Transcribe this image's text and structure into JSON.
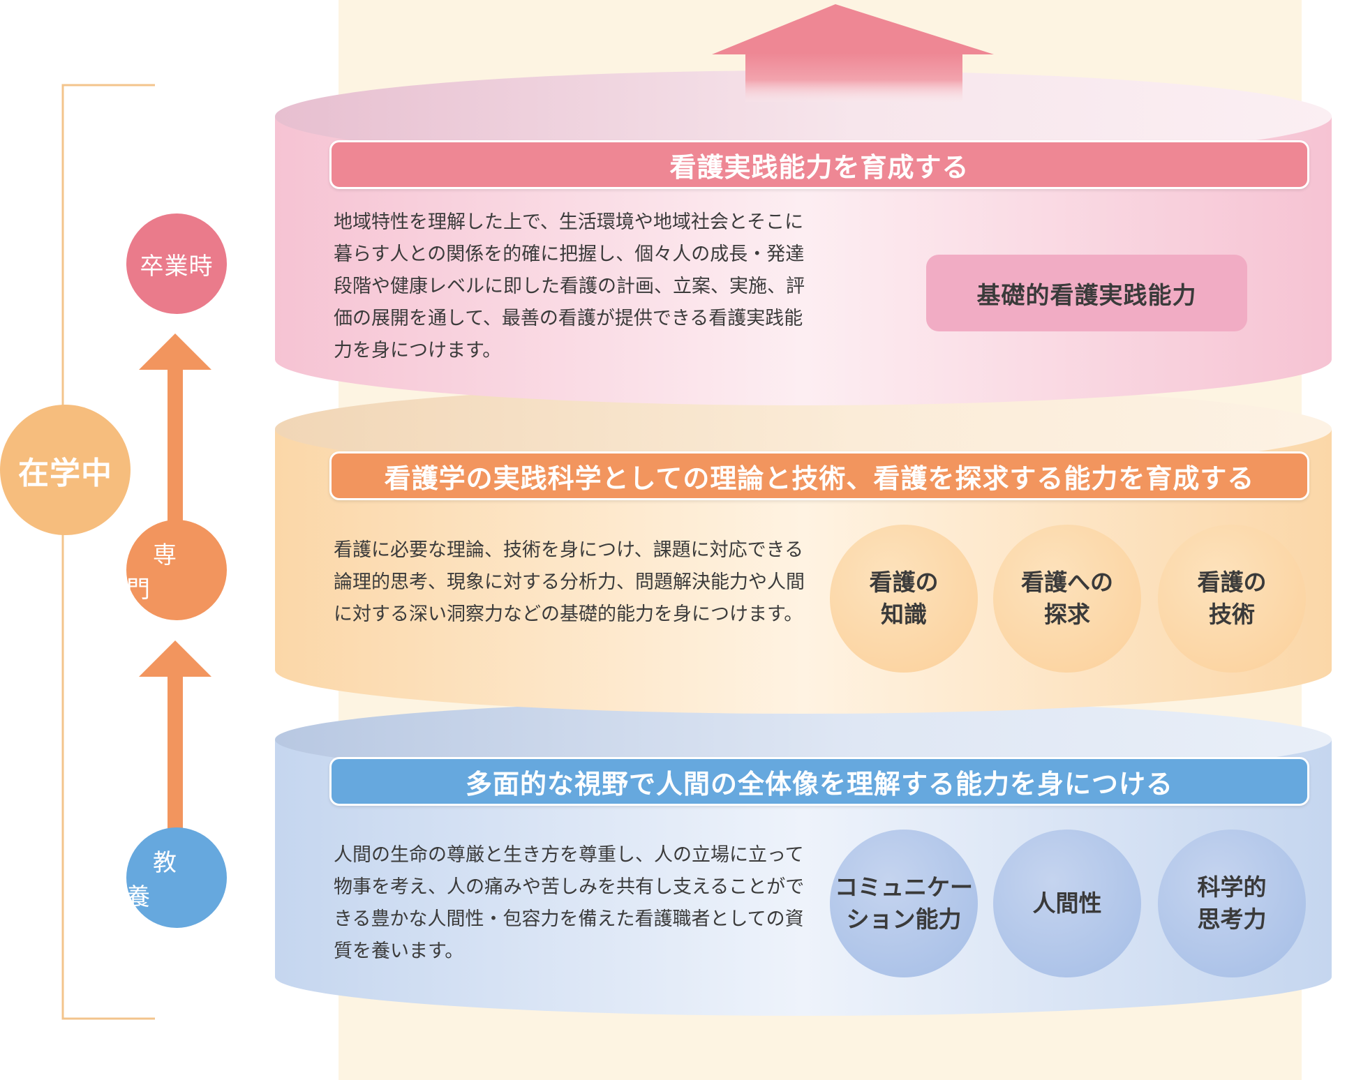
{
  "labels": {
    "zaigaku": "在学中",
    "sotsugyo": "卒業時",
    "senmon": "専門",
    "kyoyo": "教養"
  },
  "tiers": {
    "top": {
      "title": "看護実践能力を育成する",
      "description": "地域特性を理解した上で、生活環境や地域社会とそこに暮らす人との関係を的確に把握し、個々人の成長・発達段階や健康レベルに即した看護の計画、立案、実施、評価の展開を通して、最善の看護が提供できる看護実践能力を身につけます。",
      "badge": "基礎的看護実践能力",
      "color": "#ee8794"
    },
    "middle": {
      "title": "看護学の実践科学としての理論と技術、看護を探求する能力を育成する",
      "description": "看護に必要な理論、技術を身につけ、課題に対応できる論理的思考、現象に対する分析力、問題解決能力や人間に対する深い洞察力などの基礎的能力を身につけます。",
      "skills": [
        {
          "line1": "看護の",
          "line2": "知識"
        },
        {
          "line1": "看護への",
          "line2": "探求"
        },
        {
          "line1": "看護の",
          "line2": "技術"
        }
      ],
      "color": "#f2955e"
    },
    "bottom": {
      "title": "多面的な視野で人間の全体像を理解する能力を身につける",
      "description": "人間の生命の尊厳と生き方を尊重し、人の立場に立って物事を考え、人の痛みや苦しみを共有し支えることができる豊かな人間性・包容力を備えた看護職者としての資質を養います。",
      "skills": [
        {
          "line1": "コミュニケー",
          "line2": "ション能力"
        },
        {
          "line1": "人間性",
          "line2": ""
        },
        {
          "line1": "科学的",
          "line2": "思考力"
        }
      ],
      "color": "#66a8de"
    }
  }
}
